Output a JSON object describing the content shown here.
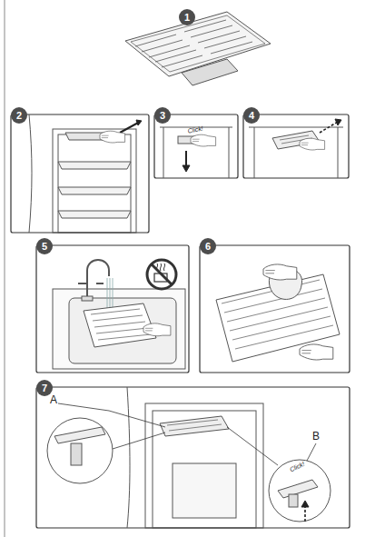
{
  "diagram": {
    "nodes": [
      {
        "text": [
          "1"
        ]
      },
      {
        "text": [
          "2"
        ]
      },
      {
        "text": [
          "3"
        ]
      },
      {
        "text": [
          "4"
        ]
      },
      {
        "text": [
          "5"
        ]
      },
      {
        "text": [
          "6"
        ]
      },
      {
        "text": [
          "7"
        ]
      }
    ],
    "labels": [
      "Click!",
      "A",
      "B",
      "Click!"
    ]
  }
}
